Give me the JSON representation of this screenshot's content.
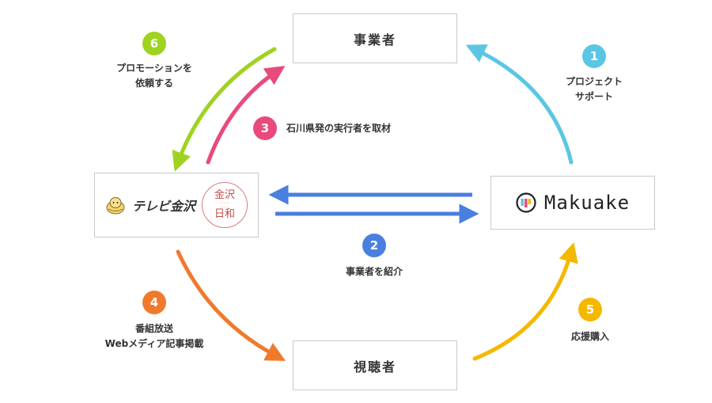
{
  "nodes": {
    "business": "事業者",
    "viewers": "視聴者",
    "makuake": "Makuake",
    "tv": "テレビ金沢",
    "seal": {
      "top": "金沢",
      "bottom": "日和"
    }
  },
  "steps": [
    {
      "num": "1",
      "lines": [
        "プロジェクト",
        "サポート"
      ],
      "color": "#5bc6e4"
    },
    {
      "num": "2",
      "lines": [
        "事業者を紹介"
      ],
      "color": "#4a7fe0"
    },
    {
      "num": "3",
      "lines": [
        "石川県発の実行者を取材"
      ],
      "color": "#e84b7b"
    },
    {
      "num": "4",
      "lines": [
        "番組放送",
        "Webメディア記事掲載"
      ],
      "color": "#f07a2c"
    },
    {
      "num": "5",
      "lines": [
        "応援購入"
      ],
      "color": "#f5b800"
    },
    {
      "num": "6",
      "lines": [
        "プロモーションを",
        "依頼する"
      ],
      "color": "#9fd321"
    }
  ],
  "colors": {
    "border": "#c9c9c9",
    "bidirectional_arrow": "#4a7fe0"
  }
}
